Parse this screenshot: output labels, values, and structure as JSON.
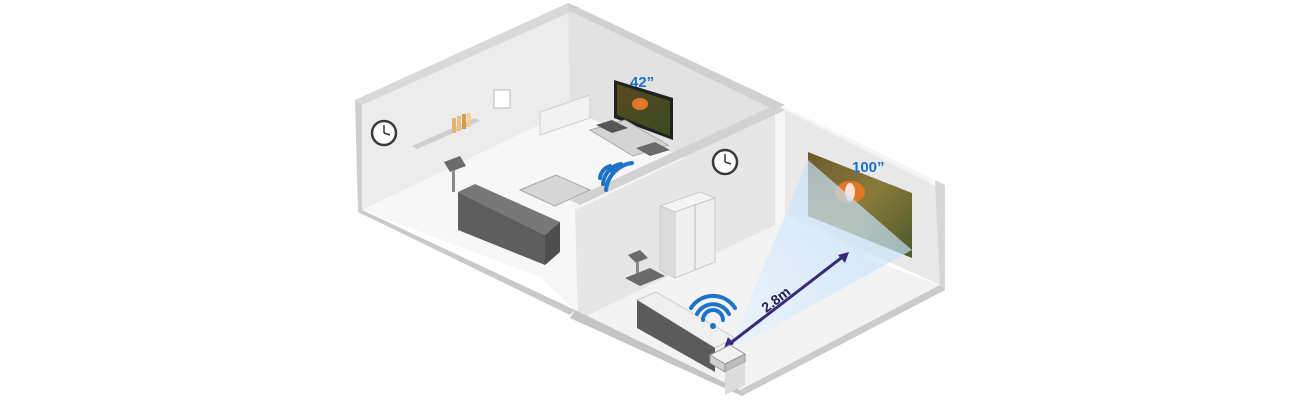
{
  "labels": {
    "tv_size": "42”",
    "screen_size": "100”",
    "distance": "2.8m"
  },
  "colors": {
    "accent_blue": "#1e73c9",
    "distance_arrow": "#3b2a7a",
    "wall_light": "#efefef",
    "wall_mid": "#d9d9d9",
    "floor": "#f4f4f4",
    "furniture_dark": "#5f5f5f",
    "beam": "#cfe6fb"
  },
  "icons": {
    "wifi_left": "wifi-icon",
    "wifi_right": "wifi-icon",
    "clock_left": "clock-icon",
    "clock_right": "clock-icon"
  }
}
